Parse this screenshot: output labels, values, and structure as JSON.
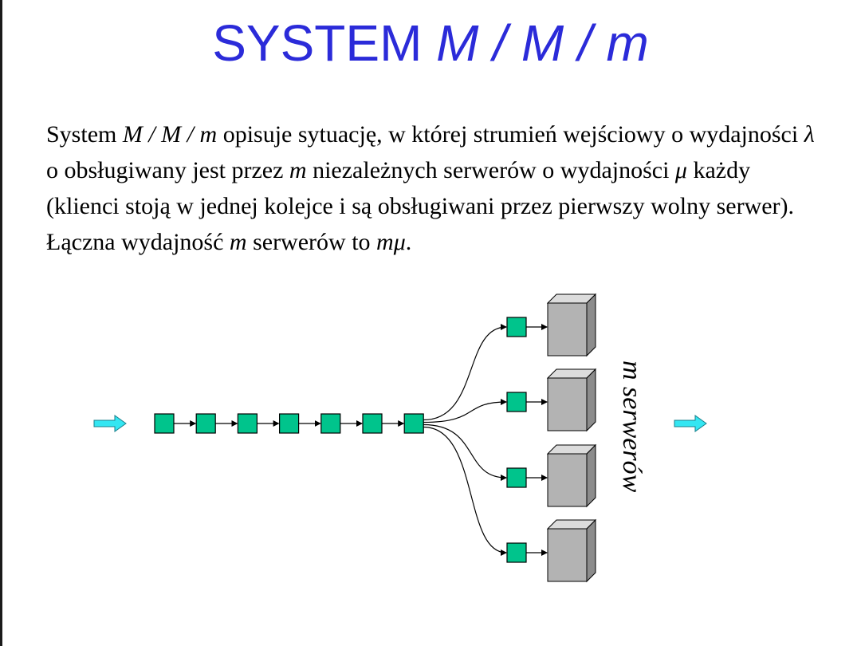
{
  "title": {
    "prefix": "SYSTEM ",
    "notation": "M / M / m"
  },
  "paragraph": {
    "p1": "System ",
    "notation": "M / M / m",
    "p2": " opisuje sytuację, w której strumień wejściowy o wydajności ",
    "lambda": "λ",
    "p3": " o obsługiwany jest przez ",
    "m1": "m",
    "p4": " niezależnych serwerów o wydajności ",
    "mu": "μ",
    "p5": " każdy (klienci stoją w jednej kolejce i są obsługiwani przez pierwszy wolny serwer). Łączna wydajność ",
    "m2": "m",
    "p6": " serwerów to ",
    "mmu": "mμ",
    "p7": "."
  },
  "diagram": {
    "servers_label": "m serwerów",
    "queue_length": 7,
    "server_count": 4,
    "colors": {
      "queue_box": "#00c48c",
      "arrow_fill": "#33e6f2",
      "server_front": "#b3b3b3",
      "server_top": "#dcdcdc",
      "server_side": "#8c8c8c"
    }
  }
}
